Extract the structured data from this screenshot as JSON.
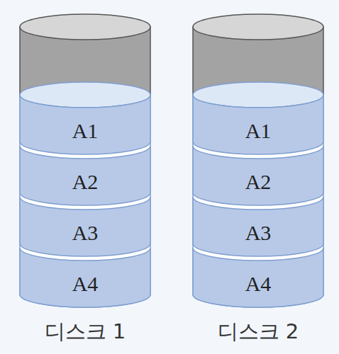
{
  "diagram": {
    "nodes": [
      {
        "text": [
          "디스크 1"
        ]
      },
      {
        "text": [
          "A1"
        ],
        "in": 0
      },
      {
        "text": [
          "A2"
        ],
        "in": 0
      },
      {
        "text": [
          "A3"
        ],
        "in": 0
      },
      {
        "text": [
          "A4"
        ],
        "in": 0
      },
      {
        "text": [
          "디스크 2"
        ]
      },
      {
        "text": [
          "A1"
        ],
        "in": 5
      },
      {
        "text": [
          "A2"
        ],
        "in": 5
      },
      {
        "text": [
          "A3"
        ],
        "in": 5
      },
      {
        "text": [
          "A4"
        ],
        "in": 5
      }
    ]
  }
}
